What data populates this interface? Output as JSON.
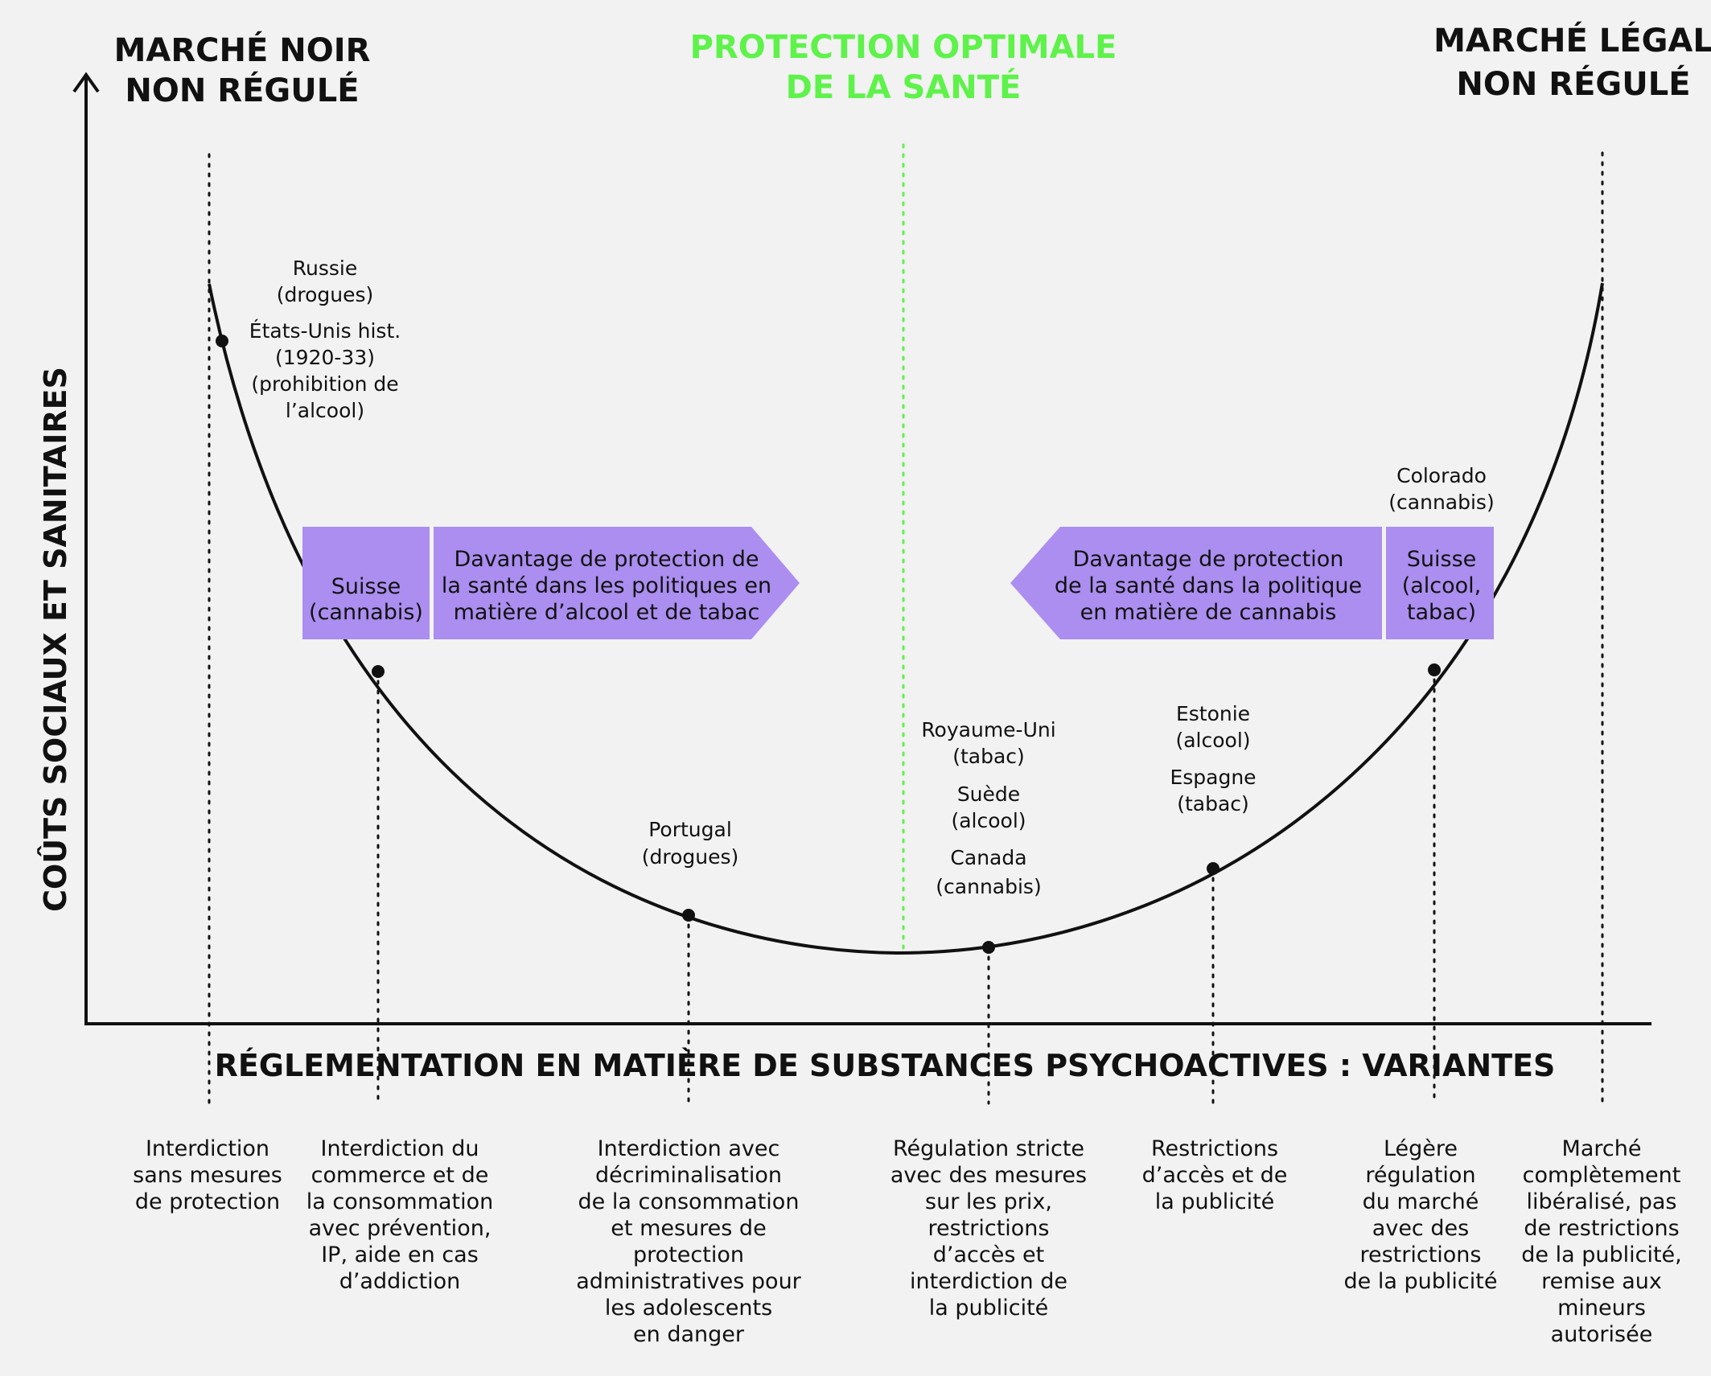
{
  "headings": {
    "left": [
      "MARCHÉ NOIR",
      "NON RÉGULÉ"
    ],
    "center": [
      "PROTECTION OPTIMALE",
      "DE LA SANTÉ"
    ],
    "right": [
      "MARCHÉ LÉGAL",
      "NON RÉGULÉ"
    ]
  },
  "axes": {
    "y_label": "COÛTS SOCIAUX ET SANITAIRES",
    "x_label": "RÉGLEMENTATION EN MATIÈRE DE SUBSTANCES PSYCHOACTIVES : VARIANTES"
  },
  "colors": {
    "curve": "#111111",
    "optimum": "#5ef24a",
    "box": "#ab8ef0",
    "background": "#f2f2f2"
  },
  "point_labels": {
    "russie": [
      "Russie",
      "(drogues)"
    ],
    "usa": [
      "États-Unis hist.",
      "(1920-33)",
      "(prohibition de",
      "l’alcool)"
    ],
    "portugal": [
      "Portugal",
      "(drogues)"
    ],
    "uk": [
      "Royaume-Uni",
      "(tabac)"
    ],
    "suede": [
      "Suède",
      "(alcool)"
    ],
    "canada": [
      "Canada",
      "(cannabis)"
    ],
    "estonie": [
      "Estonie",
      "(alcool)"
    ],
    "espagne": [
      "Espagne",
      "(tabac)"
    ],
    "colorado": [
      "Colorado",
      "(cannabis)"
    ]
  },
  "boxes": {
    "left_tag": [
      "Suisse",
      "(cannabis)"
    ],
    "left_arrow": [
      "Davantage de protection de",
      "la santé dans les politiques en",
      "matière d’alcool et de tabac"
    ],
    "right_arrow": [
      "Davantage de protection",
      "de la santé dans la politique",
      "en matière de cannabis"
    ],
    "right_tag": [
      "Suisse",
      "(alcool,",
      "tabac)"
    ]
  },
  "categories": [
    {
      "lines": [
        "Interdiction",
        "sans mesures",
        "de protection"
      ]
    },
    {
      "lines": [
        "Interdiction du",
        "commerce et de",
        "la consommation",
        "avec prévention,",
        "IP, aide en cas",
        "d’addiction"
      ]
    },
    {
      "lines": [
        "Interdiction avec",
        "décriminalisation",
        "de la consommation",
        "et mesures de",
        "protection",
        "administratives pour",
        "les adolescents",
        "en danger"
      ]
    },
    {
      "lines": [
        "Régulation stricte",
        "avec des mesures",
        "sur les prix,",
        "restrictions",
        "d’accès et",
        "interdiction de",
        "la publicité"
      ]
    },
    {
      "lines": [
        "Restrictions",
        "d’accès et de",
        "la publicité"
      ]
    },
    {
      "lines": [
        "Légère",
        "régulation",
        "du marché",
        "avec des",
        "restrictions",
        "de la publicité"
      ]
    },
    {
      "lines": [
        "Marché",
        "complètement",
        "libéralisé, pas",
        "de restrictions",
        "de la publicité,",
        "remise aux",
        "mineurs",
        "autorisée"
      ]
    }
  ]
}
